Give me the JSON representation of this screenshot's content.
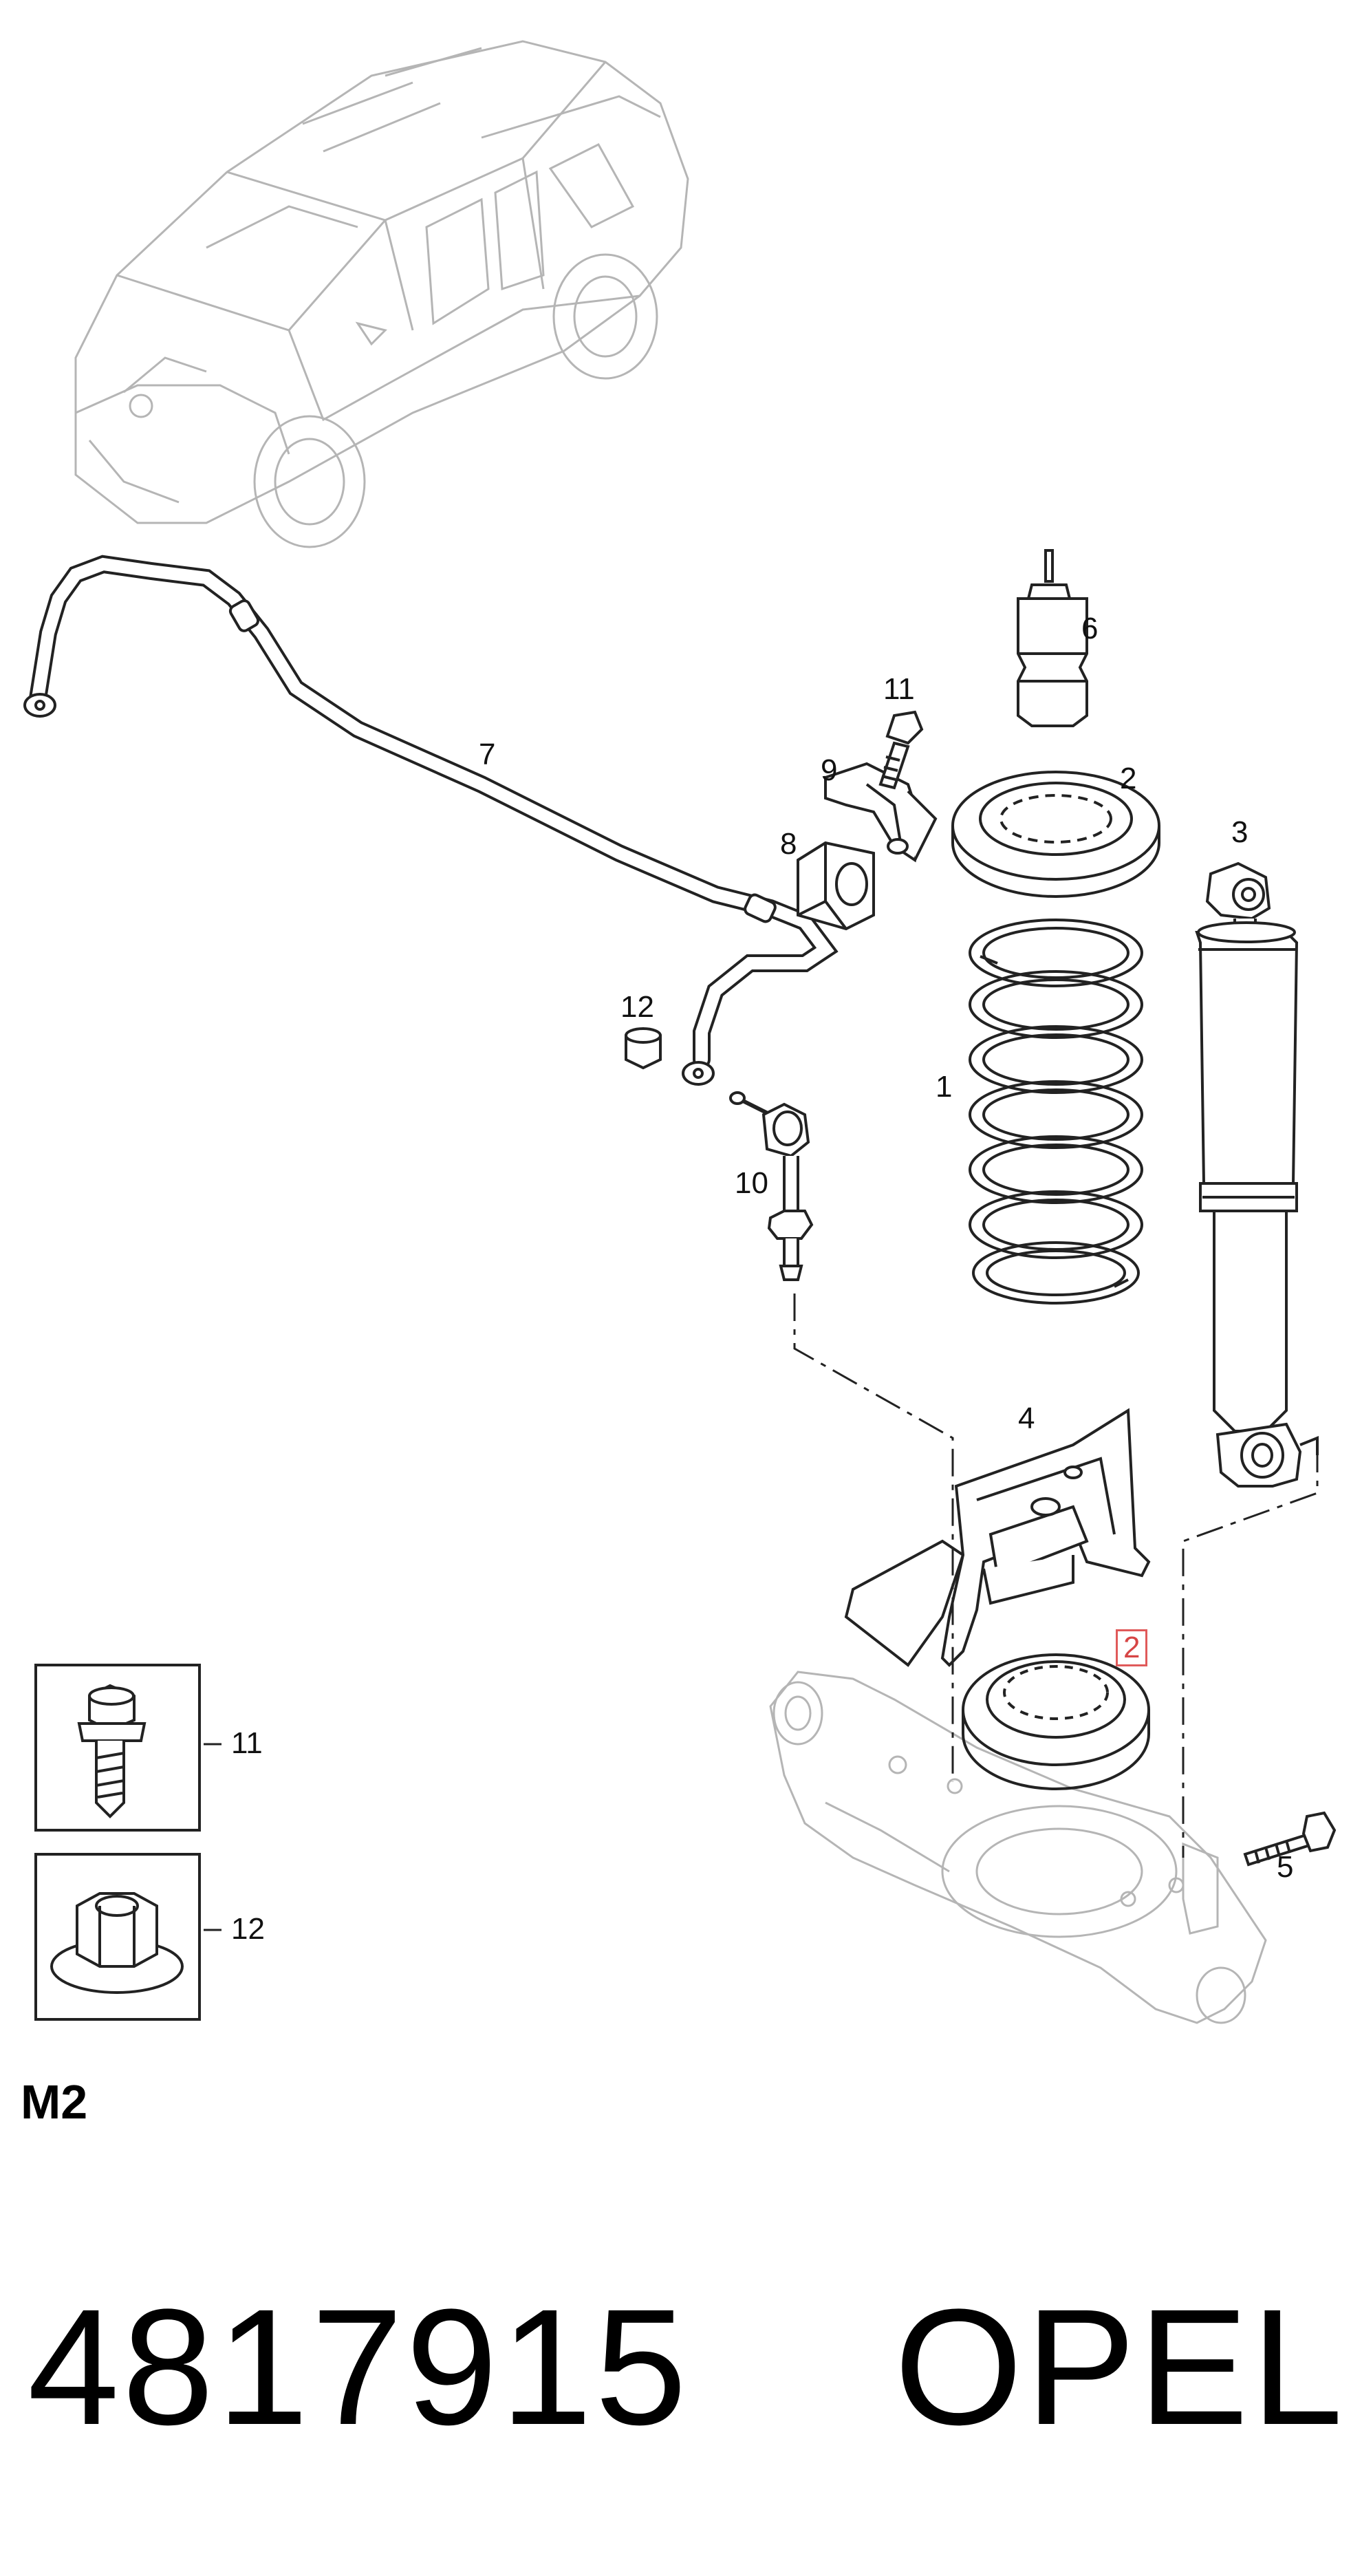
{
  "diagram": {
    "callouts": {
      "c1": "1",
      "c2": "2",
      "c3": "3",
      "c4": "4",
      "c5": "5",
      "c6": "6",
      "c7": "7",
      "c8": "8",
      "c9": "9",
      "c10": "10",
      "c11": "11",
      "c12": "12",
      "c2_highlight": "2"
    },
    "highlight_color": "#e05a5a",
    "line_color": "#222222",
    "ghost_color": "#b0b0b0"
  },
  "legend": {
    "box1_label": "11",
    "box2_label": "12"
  },
  "section_code": "M2",
  "footer": {
    "part_number": "4817915",
    "brand": "OPEL"
  }
}
